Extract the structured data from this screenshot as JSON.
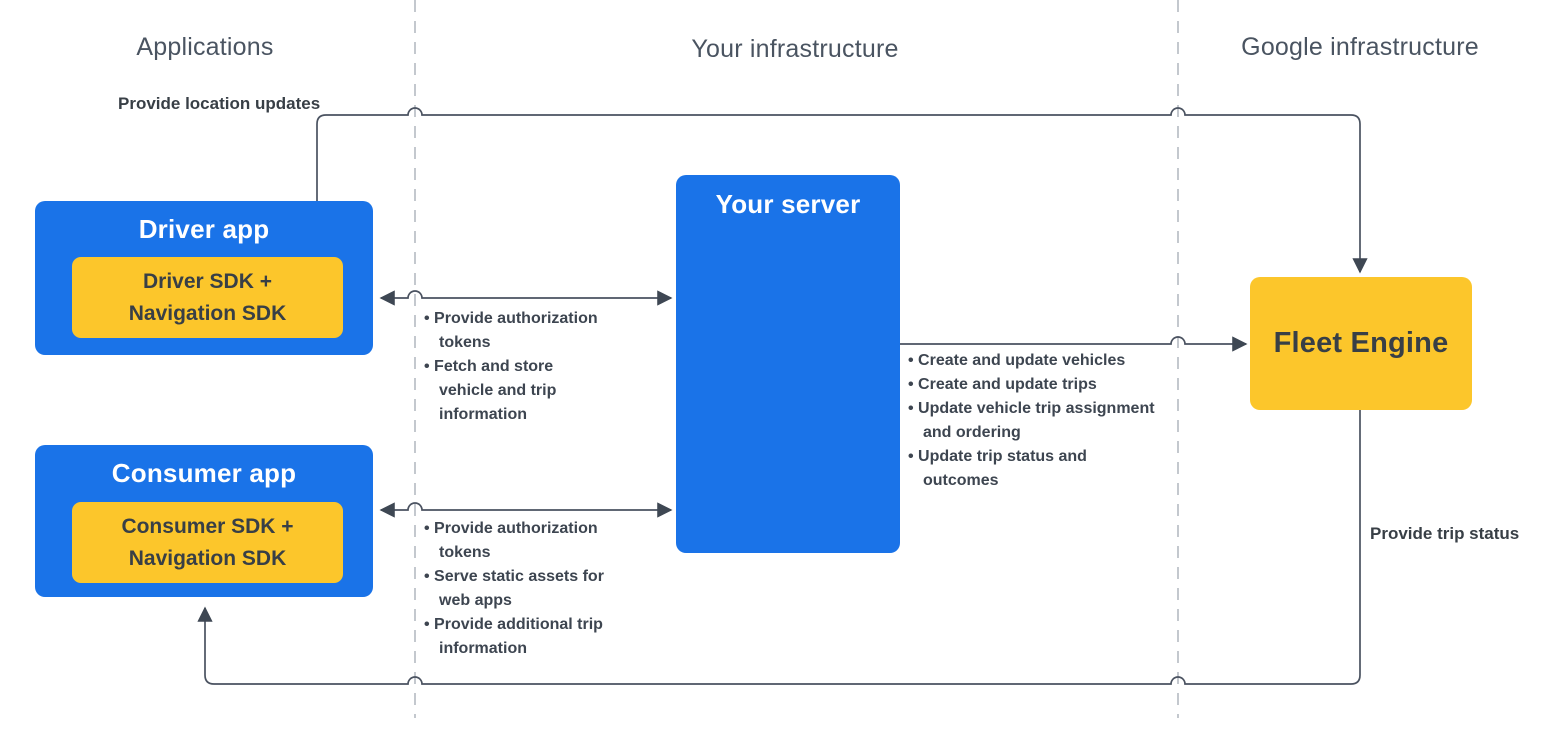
{
  "diagram": {
    "lanes": [
      {
        "label": "Applications"
      },
      {
        "label": "Your infrastructure"
      },
      {
        "label": "Google infrastructure"
      }
    ],
    "nodes": {
      "driver_app": {
        "title": "Driver app",
        "sdk_label": "Driver SDK + Navigation SDK"
      },
      "consumer_app": {
        "title": "Consumer app",
        "sdk_label": "Consumer SDK + Navigation SDK"
      },
      "your_server": {
        "title": "Your server"
      },
      "fleet_engine": {
        "title": "Fleet Engine"
      }
    },
    "flow_labels": {
      "provide_location_updates": "Provide location updates",
      "provide_trip_status": "Provide trip status"
    },
    "edge_bullets": {
      "driver_server": [
        "Provide authorization tokens",
        "Fetch and store vehicle and trip information"
      ],
      "consumer_server": [
        "Provide authorization tokens",
        "Serve static assets for web apps",
        "Provide additional trip information"
      ],
      "server_fleet": [
        "Create and update vehicles",
        "Create and update trips",
        "Update vehicle trip assignment and ordering",
        "Update trip status and outcomes"
      ]
    },
    "colors": {
      "node_blue": "#1A73E8",
      "node_yellow": "#FCC62B",
      "connector": "#4A5260",
      "lane_divider": "#B9BEC6",
      "heading_text": "#4A5461",
      "dark_text": "#383F46"
    }
  }
}
